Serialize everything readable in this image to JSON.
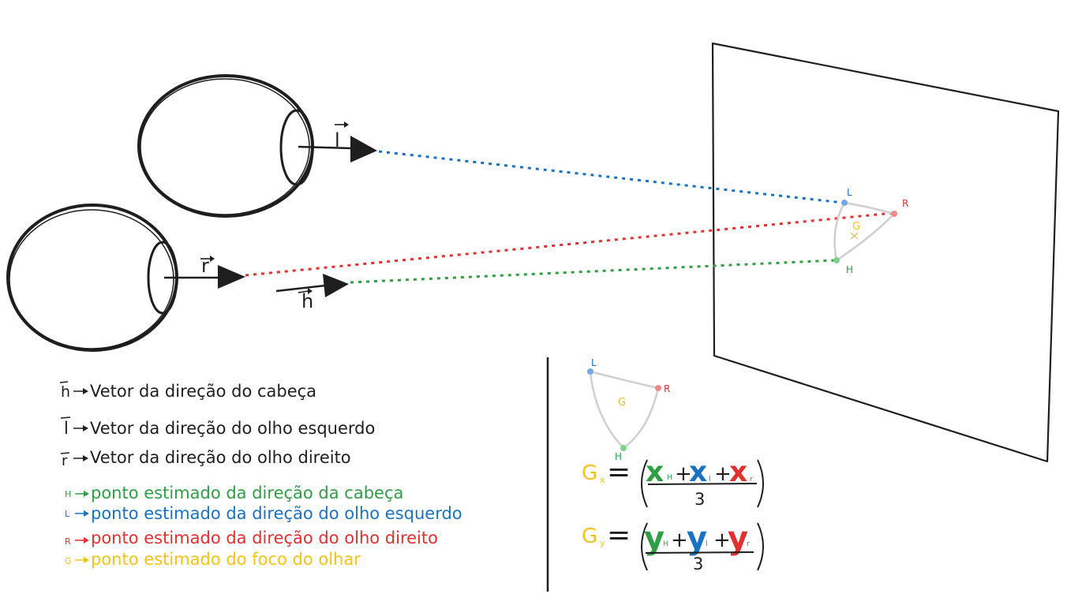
{
  "colors": {
    "ink": "#1e1e1e",
    "left": "#1971c2",
    "right": "#e03131",
    "head": "#2f9e44",
    "focus": "#f5c21b",
    "shape": "#cfcfcf"
  },
  "vectors": {
    "head": "h",
    "left": "l",
    "right": "r"
  },
  "screen_points": {
    "left": "L",
    "right": "R",
    "head": "H",
    "focus": "G"
  },
  "legend": {
    "head_vector": "Vetor da direção do cabeça",
    "left_vector": "Vetor da direção do olho esquerdo",
    "right_vector": "Vetor da direção do olho direito",
    "head_point": "ponto estimado da direção da cabeça",
    "left_point": "ponto estimado da direção do olho esquerdo",
    "right_point": "ponto estimado da direção do olho direito",
    "focus_point": "ponto estimado do foco do olhar"
  },
  "formula": {
    "gx_lhs": "G",
    "gx_sub": "x",
    "gy_lhs": "G",
    "gy_sub": "y",
    "equals": "=",
    "plus": "+",
    "x_var": "x",
    "y_var": "y",
    "sub_h": "H",
    "sub_l": "l",
    "sub_r": "r",
    "denominator": "3"
  }
}
